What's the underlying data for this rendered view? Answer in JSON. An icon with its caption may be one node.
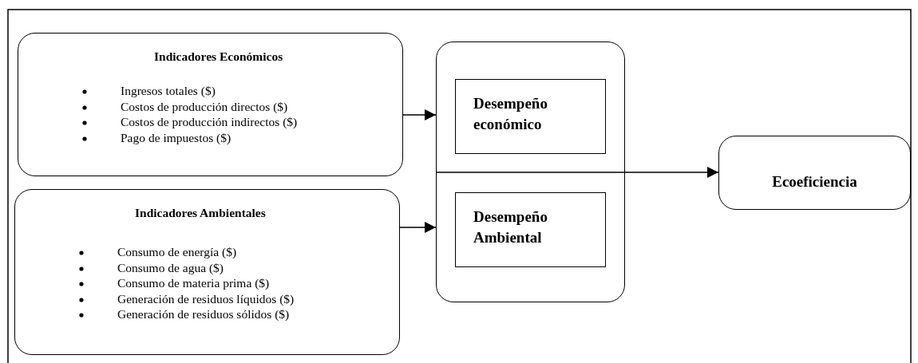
{
  "diagram": {
    "nodes": [
      {
        "text": [
          "Indicadores Económicos",
          "Ingresos totales ($)",
          "Costos de producción directos ($)",
          "Costos de producción indirectos ($)",
          "Pago de impuestos ($)"
        ]
      },
      {
        "text": [
          "Indicadores Ambientales",
          "Consumo de energía ($)",
          "Consumo de agua ($)",
          "Consumo de materia prima ($)",
          "Generación de residuos líquidos ($)",
          "Generación de residuos sólidos ($)"
        ]
      },
      {
        "text": [],
        "shape": "box"
      },
      {
        "text": [
          "Desempeño económico"
        ],
        "in": 2
      },
      {
        "text": [
          "Desempeño Ambiental"
        ],
        "in": 2
      },
      {
        "text": [
          "Ecoeficiencia"
        ]
      }
    ],
    "edges": [
      {
        "from": 0,
        "to": 2,
        "arrow": "to"
      },
      {
        "from": 1,
        "to": 2,
        "arrow": "to"
      },
      {
        "from": 2,
        "to": 5,
        "arrow": "to"
      }
    ]
  }
}
